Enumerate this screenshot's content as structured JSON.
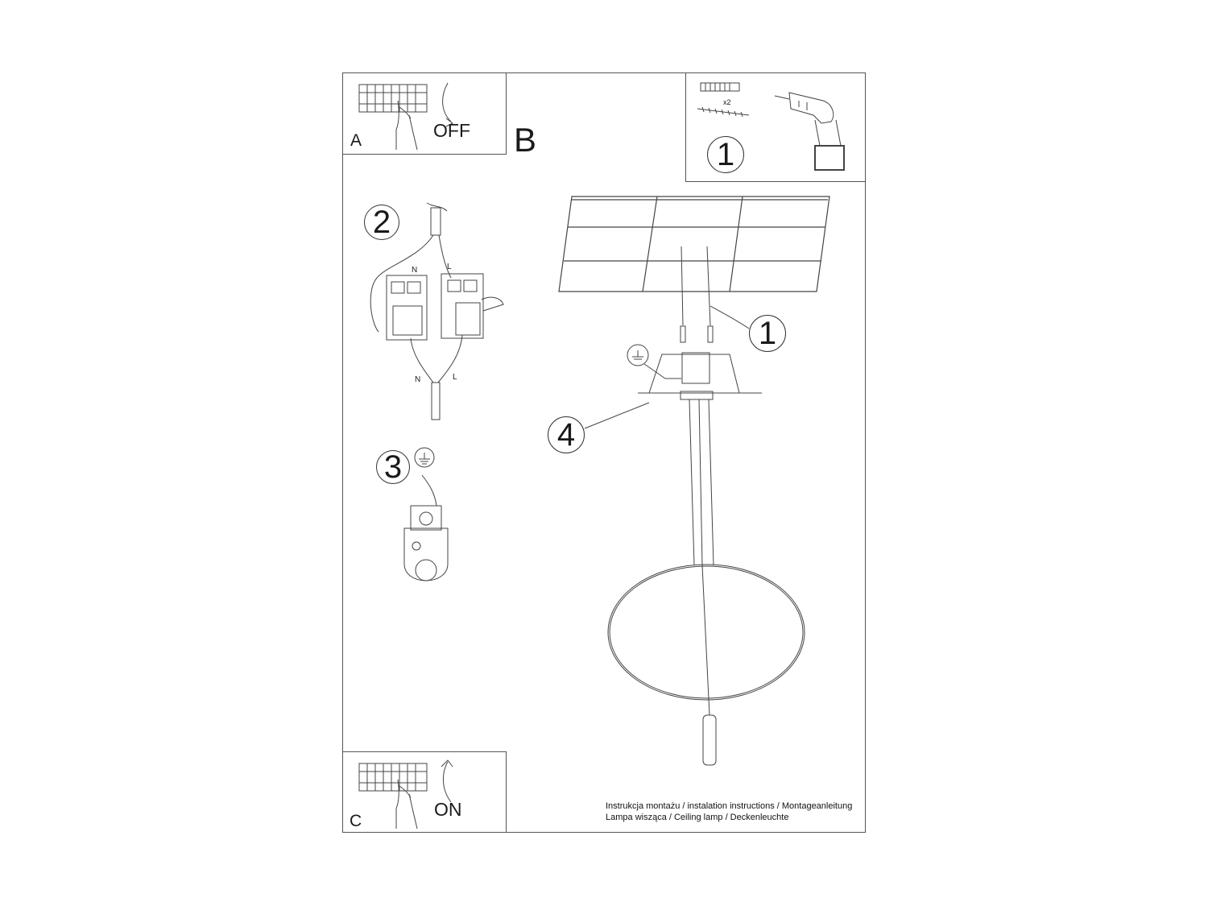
{
  "panels": {
    "a": {
      "letter": "A",
      "switch_label": "OFF"
    },
    "b": {
      "letter": "B"
    },
    "c": {
      "letter": "C",
      "switch_label": "ON"
    }
  },
  "tools": {
    "step": "1",
    "quantity": "x2"
  },
  "wiring": {
    "step": "2",
    "terminal_n": "N",
    "terminal_l": "L",
    "wire_n": "N",
    "wire_l": "L"
  },
  "ground": {
    "step": "3"
  },
  "assembly": {
    "step_mount": "1",
    "step_cover": "4"
  },
  "caption": {
    "line1": "Instrukcja montażu / instalation instructions / Montageanleitung",
    "line2": "Lampa wisząca / Ceiling lamp / Deckenleuchte"
  }
}
